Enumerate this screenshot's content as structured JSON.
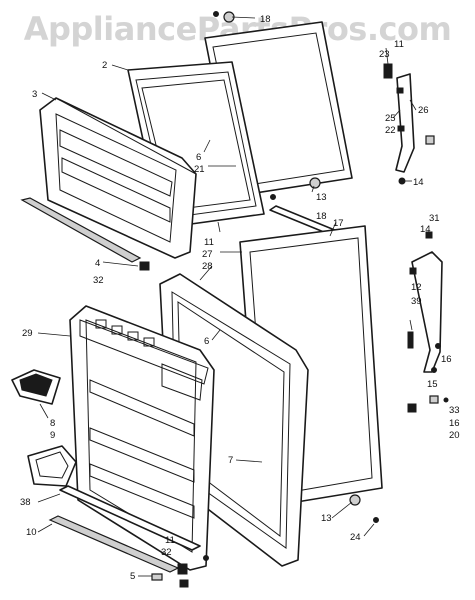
{
  "watermark": "AppliancePartsPros.com",
  "callouts": {
    "c18a": "18",
    "c2": "2",
    "c11a": "11",
    "c23": "23",
    "c3": "3",
    "c26": "26",
    "c25": "25",
    "c22": "22",
    "c6a": "6",
    "c21": "21",
    "c14a": "14",
    "c13a": "13",
    "c18b": "18",
    "c17": "17",
    "c31": "31",
    "c14b": "14",
    "c11b": "11",
    "c27": "27",
    "c28": "28",
    "c12": "12",
    "c39": "39",
    "c4": "4",
    "c32a": "32",
    "c29": "29",
    "c6b": "6",
    "c16a": "16",
    "c15": "15",
    "c8": "8",
    "c9": "9",
    "c33": "33",
    "c16b": "16",
    "c20": "20",
    "c7": "7",
    "c38": "38",
    "c13b": "13",
    "c10": "10",
    "c11c": "11",
    "c32b": "32",
    "c24": "24",
    "c5": "5"
  }
}
